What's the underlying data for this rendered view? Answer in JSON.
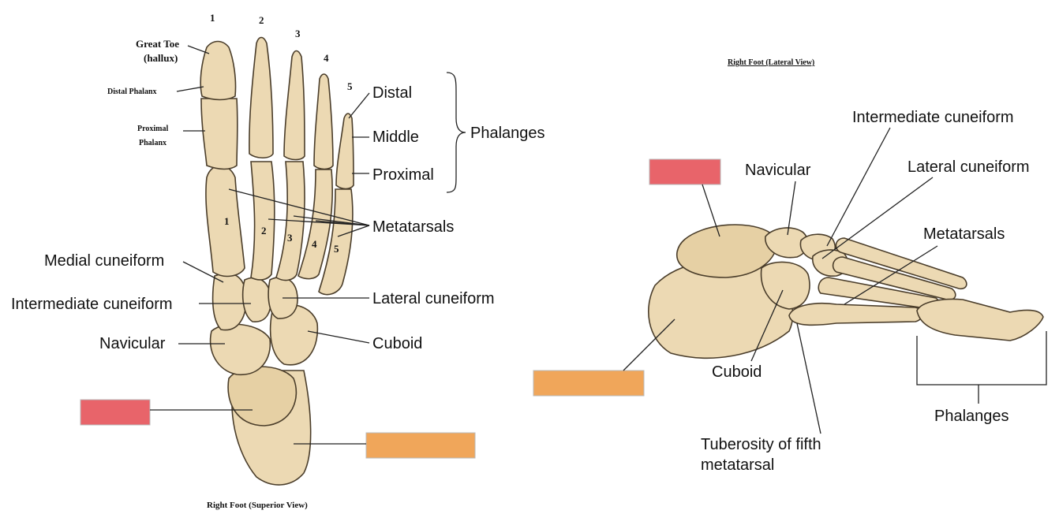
{
  "superior_view": {
    "caption": "Right Foot (Superior View)",
    "digit_numbers": [
      "1",
      "2",
      "3",
      "4",
      "5"
    ],
    "metatarsal_numbers": [
      "1",
      "2",
      "3",
      "4",
      "5"
    ],
    "labels": {
      "great_toe": "Great Toe",
      "hallux": "(hallux)",
      "distal_phalanx": "Distal Phalanx",
      "proximal_phalanx_1": "Proximal",
      "proximal_phalanx_2": "Phalanx",
      "distal": "Distal",
      "middle": "Middle",
      "proximal": "Proximal",
      "phalanges": "Phalanges",
      "metatarsals": "Metatarsals",
      "medial_cuneiform": "Medial cuneiform",
      "intermediate_cuneiform": "Intermediate cuneiform",
      "lateral_cuneiform": "Lateral cuneiform",
      "navicular": "Navicular",
      "cuboid": "Cuboid"
    },
    "blank_boxes": [
      {
        "name": "talus-blank",
        "color": "#e8646a"
      },
      {
        "name": "calcaneus-blank",
        "color": "#f0a65a"
      }
    ]
  },
  "lateral_view": {
    "caption": "Right Foot (Lateral View)",
    "labels": {
      "intermediate_cuneiform": "Intermediate cuneiform",
      "lateral_cuneiform": "Lateral cuneiform",
      "navicular": "Navicular",
      "metatarsals": "Metatarsals",
      "cuboid": "Cuboid",
      "tuberosity_1": "Tuberosity of fifth",
      "tuberosity_2": "metatarsal",
      "phalanges": "Phalanges"
    },
    "blank_boxes": [
      {
        "name": "talus-blank",
        "color": "#e8646a"
      },
      {
        "name": "calcaneus-blank",
        "color": "#f0a65a"
      }
    ]
  },
  "colors": {
    "bone": "#ecd9b3",
    "bone_outline": "#4a3d2a",
    "red_box": "#e8646a",
    "orange_box": "#f0a65a"
  }
}
